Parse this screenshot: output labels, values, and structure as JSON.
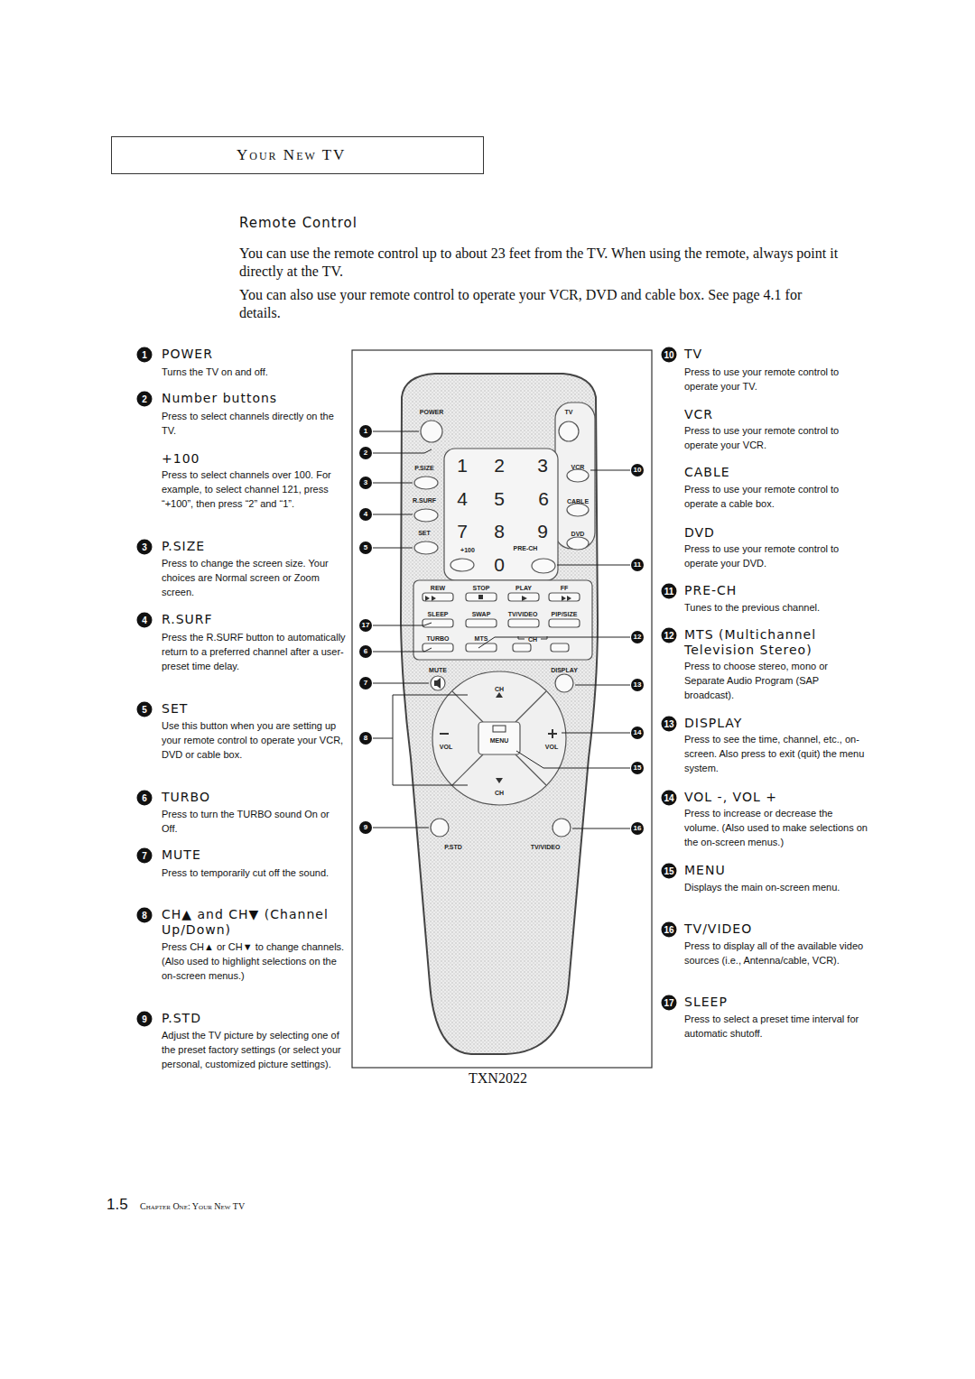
{
  "diagram": {
    "title": "Remote Control",
    "caption": "TXN2022",
    "nodes": [
      {
        "text": [
          "Your New TV"
        ]
      }
    ],
    "labels": [
      "You can use the remote control up to about 23 feet from the TV. When using the remote, always point it directly at the TV.",
      "You can also use your remote control to operate your VCR, DVD and cable box. See page 4.1 for details.",
      "1",
      "POWER",
      "Turns the TV on and off.",
      "2",
      "Number buttons",
      "Press to select channels directly on the TV.",
      "+100",
      "Press to select channels over 100. For example, to select channel 121, press “+100”, then press “2” and “1”.",
      "3",
      "P.SIZE",
      "Press to change the screen size. Your choices are Normal screen or Zoom screen.",
      "4",
      "R.SURF",
      "Press the R.SURF button to automatically return to a preferred channel after a user-preset time delay.",
      "5",
      "SET",
      "Use this button when you are setting up your remote control to operate your VCR, DVD or cable box.",
      "6",
      "TURBO",
      "Press to turn the TURBO sound On or Off.",
      "7",
      "MUTE",
      "Press to temporarily cut off the sound.",
      "8",
      "CH▲ and CH▼ (Channel Up/Down)",
      "Press CH▲ or CH▼ to change channels. (Also used to highlight selections on the on-screen menus.)",
      "9",
      "P.STD",
      "Adjust the TV picture by selecting one of the preset factory settings (or select your personal, customized picture settings).",
      "10",
      "TV",
      "Press to use your remote control to operate your TV.",
      "VCR",
      "Press to use your remote control to operate your VCR.",
      "CABLE",
      "Press to use your remote control to operate a cable box.",
      "DVD",
      "Press to use your remote control to operate your DVD.",
      "11",
      "PRE-CH",
      "Tunes to the previous channel.",
      "12",
      "MTS (Multichannel Television Stereo)",
      "Press to choose stereo, mono or Separate Audio Program (SAP broadcast).",
      "13",
      "DISPLAY",
      "Press to see the time, channel, etc., on-screen. Also press to exit (quit) the menu system.",
      "14",
      "VOL -, VOL +",
      "Press to increase or decrease the volume. (Also used to make selections on the on-screen menus.)",
      "15",
      "MENU",
      "Displays the main on-screen menu.",
      "16",
      "TV/VIDEO",
      "Press to display all of the available video sources (i.e., Antenna/cable, VCR).",
      "17",
      "SLEEP",
      "Press to select a preset time interval for automatic shutoff.",
      "1",
      "2",
      "3",
      "4",
      "5",
      "17",
      "6",
      "7",
      "8",
      "9",
      "10",
      "11",
      "12",
      "13",
      "14",
      "15",
      "16",
      "POWER",
      "TV",
      "P.SIZE",
      "1",
      "2",
      "3",
      "VCR",
      "R.SURF",
      "4",
      "5",
      "6",
      "CABLE",
      "SET",
      "7",
      "8",
      "9",
      "DVD",
      "+100",
      "PRE-CH",
      "0",
      "REW",
      "STOP",
      "PLAY",
      "FF",
      "SLEEP",
      "SWAP",
      "TV/VIDEO",
      "PIP/SIZE",
      "TURBO",
      "MTS",
      "CH",
      "MUTE",
      "DISPLAY",
      "CH",
      "VOL",
      "MENU",
      "VOL",
      "CH",
      "P.STD",
      "TV/VIDEO",
      "1.5",
      "Chapter One: Your New TV"
    ]
  }
}
